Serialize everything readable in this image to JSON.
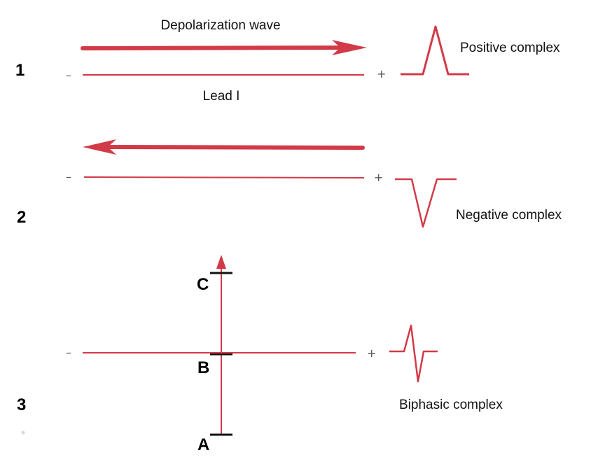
{
  "panels": [
    {
      "number": "1",
      "wave_label": "Depolarization wave",
      "lead_label": "Lead I",
      "minus": "–",
      "plus": "+",
      "complex_label": "Positive complex"
    },
    {
      "number": "2",
      "minus": "–",
      "plus": "+",
      "complex_label": "Negative complex"
    },
    {
      "number": "3",
      "minus": "–",
      "plus": "+",
      "complex_label": "Biphasic complex",
      "points": [
        "A",
        "B",
        "C"
      ]
    }
  ],
  "colors": {
    "accent": "#d23a48",
    "text": "#111111",
    "tick": "#111111"
  }
}
